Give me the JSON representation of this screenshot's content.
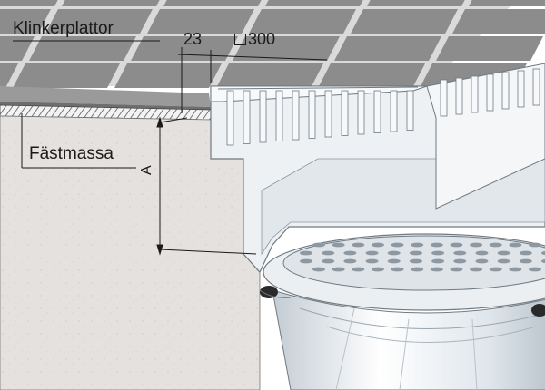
{
  "labels": {
    "tiles": "Klinkerplattor",
    "adhesive": "Fästmassa",
    "depth": "A",
    "joint_gap": "23",
    "grate_size": "300"
  },
  "colors": {
    "tile_top": "#8c8c8c",
    "tile_joint": "#dadada",
    "screed": "#e4e1de",
    "metal": "#f2f4f6",
    "metal_edge": "#6f7a82",
    "rubber": "#2a2a2a"
  },
  "icons": {
    "square_symbol": "square-outline-icon"
  }
}
